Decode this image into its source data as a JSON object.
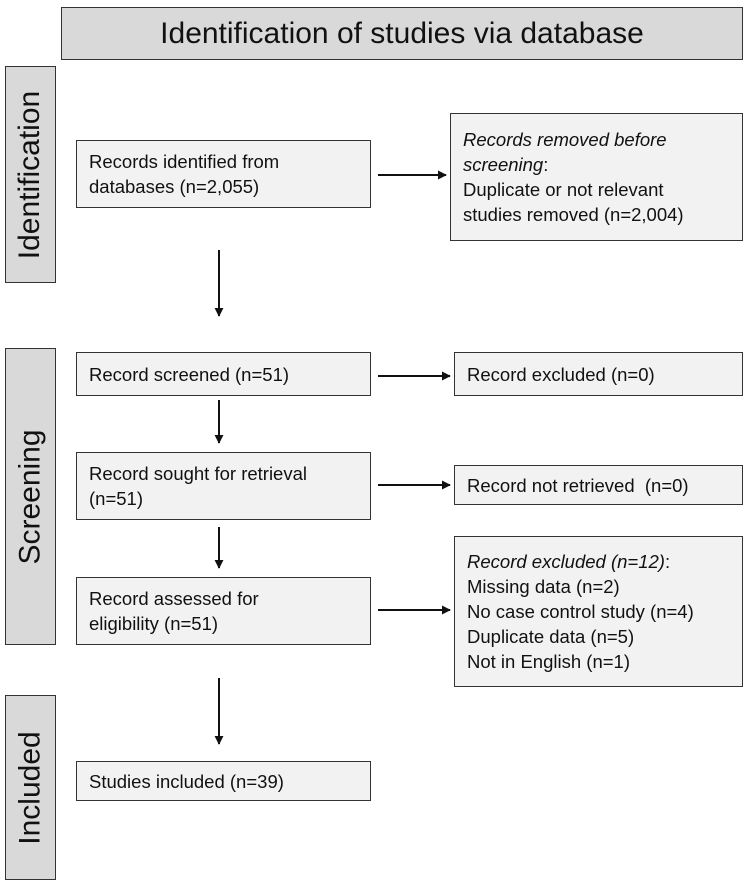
{
  "title": "Identification of studies via database",
  "phases": {
    "identification": "Identification",
    "screening": "Screening",
    "included": "Included"
  },
  "boxes": {
    "identified": {
      "line1": "Records identified from",
      "line2": "databases (n=2,055)"
    },
    "removed": {
      "heading": "Records removed before",
      "heading2": "screening",
      "heading_colon": ":",
      "line1": "Duplicate or not relevant",
      "line2": "studies removed (n=2,004)"
    },
    "screened": {
      "line1": "Record screened (n=51)"
    },
    "excluded_screen": {
      "line1": "Record excluded (n=0)"
    },
    "retrieval": {
      "line1": "Record sought for retrieval",
      "line2": "(n=51)"
    },
    "not_retrieved": {
      "line1": "Record not retrieved  (n=0)"
    },
    "assessed": {
      "line1": "Record assessed for",
      "line2": "eligibility (n=51)"
    },
    "excluded_eligibility": {
      "heading": "Record excluded (n=12)",
      "heading_colon": ":",
      "items": [
        "Missing data (n=2)",
        "No case control study (n=4)",
        "Duplicate data (n=5)",
        "Not in English (n=1)"
      ]
    },
    "included": {
      "line1": "Studies included (n=39)"
    }
  }
}
